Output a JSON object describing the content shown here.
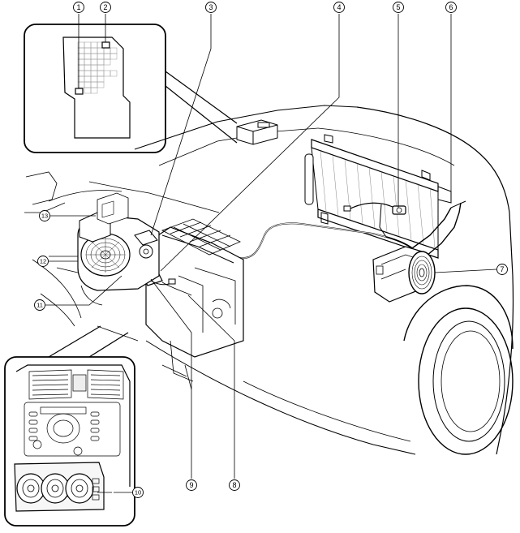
{
  "figure": {
    "type": "automotive air-conditioning component location diagram"
  },
  "callouts": [
    {
      "id": "1",
      "label": "1"
    },
    {
      "id": "2",
      "label": "2"
    },
    {
      "id": "3",
      "label": "3"
    },
    {
      "id": "4",
      "label": "4"
    },
    {
      "id": "5",
      "label": "5"
    },
    {
      "id": "6",
      "label": "6"
    },
    {
      "id": "7",
      "label": "7"
    },
    {
      "id": "8",
      "label": "8"
    },
    {
      "id": "9",
      "label": "9"
    },
    {
      "id": "10",
      "label": "10"
    },
    {
      "id": "11",
      "label": "11"
    },
    {
      "id": "12",
      "label": "12"
    },
    {
      "id": "13",
      "label": "13"
    }
  ],
  "colors": {
    "line": "#000000",
    "background": "#ffffff",
    "panel_fill": "#f2f2f2"
  }
}
